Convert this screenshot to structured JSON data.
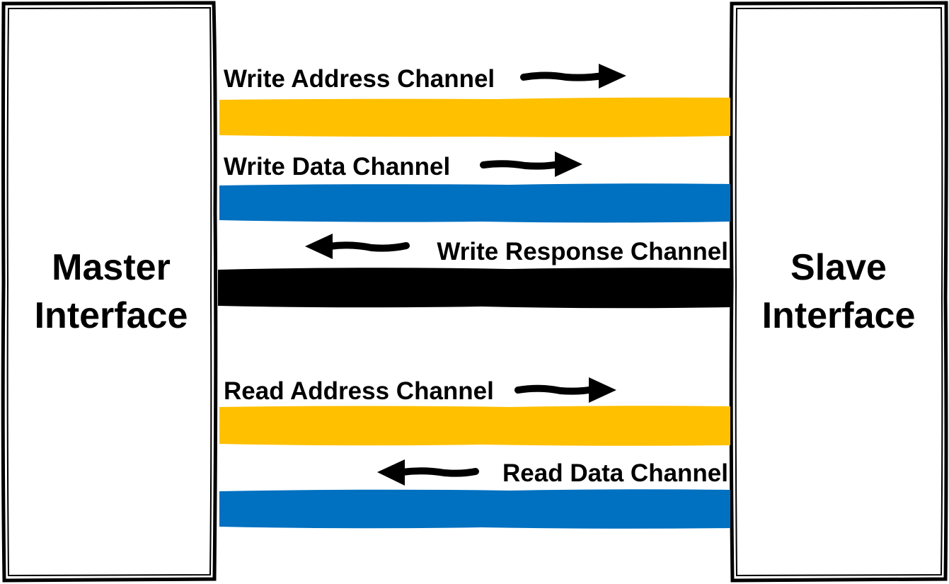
{
  "master": {
    "title_line1": "Master",
    "title_line2": "Interface"
  },
  "slave": {
    "title_line1": "Slave",
    "title_line2": "Interface"
  },
  "colors": {
    "address": "#ffc000",
    "data": "#0070c0",
    "response": "#000000",
    "outline": "#000000"
  },
  "channels": [
    {
      "label": "Write Address Channel",
      "direction": "master-to-slave",
      "color": "#ffc000"
    },
    {
      "label": "Write Data Channel",
      "direction": "master-to-slave",
      "color": "#0070c0"
    },
    {
      "label": "Write Response Channel",
      "direction": "slave-to-master",
      "color": "#000000"
    },
    {
      "label": "Read Address Channel",
      "direction": "master-to-slave",
      "color": "#ffc000"
    },
    {
      "label": "Read Data Channel",
      "direction": "slave-to-master",
      "color": "#0070c0"
    }
  ]
}
